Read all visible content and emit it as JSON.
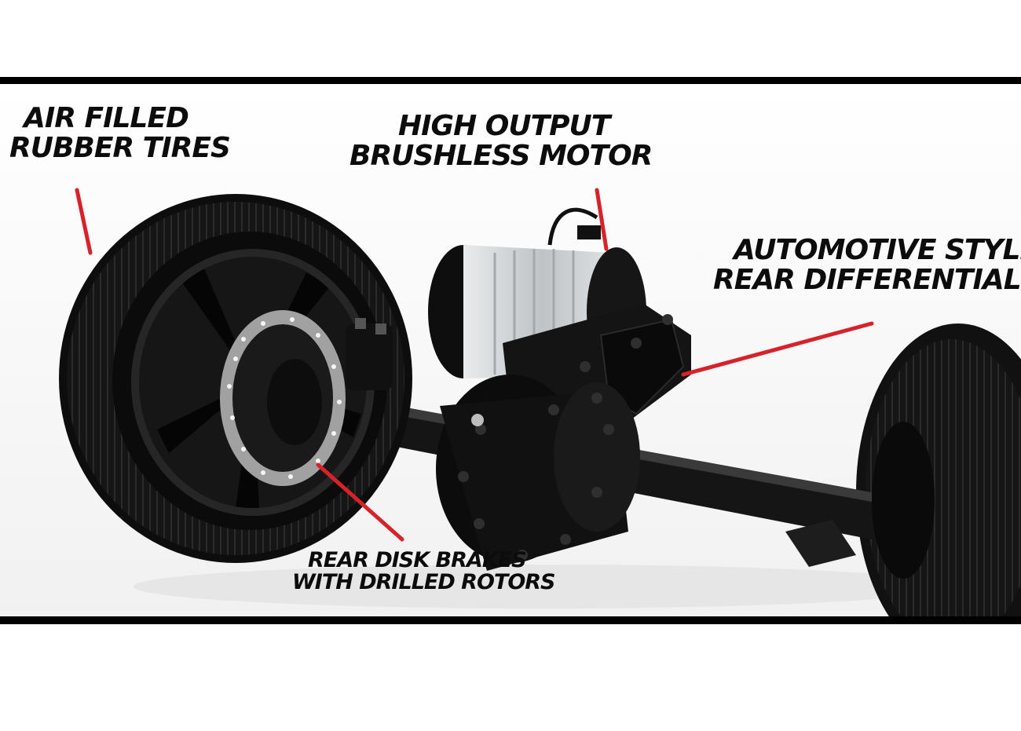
{
  "labels": {
    "tires": {
      "line1": "AiR FiLLED",
      "line2": "RUBBER TiRES"
    },
    "motor": {
      "line1": "HiGH OUTPUT",
      "line2": "BRUSHLESS MOTOR"
    },
    "differential": {
      "line1": "AUTOMOTIVE STYLE",
      "line2": "REAR DiFFERENTiAL"
    },
    "brakes": {
      "line1": "REAR DiSK BRAKES",
      "line2": "WiTH DRiLLED ROTORS"
    }
  },
  "colors": {
    "pointer": "#d8222a",
    "band": "#000000",
    "tire": "#141414",
    "rotor": "#9a9a9a",
    "motor_housing": "#c9ccce",
    "background": "#ffffff"
  },
  "icons": [
    "axle-illustration",
    "tire",
    "disc-brake-rotor",
    "brushless-motor",
    "rear-differential"
  ]
}
